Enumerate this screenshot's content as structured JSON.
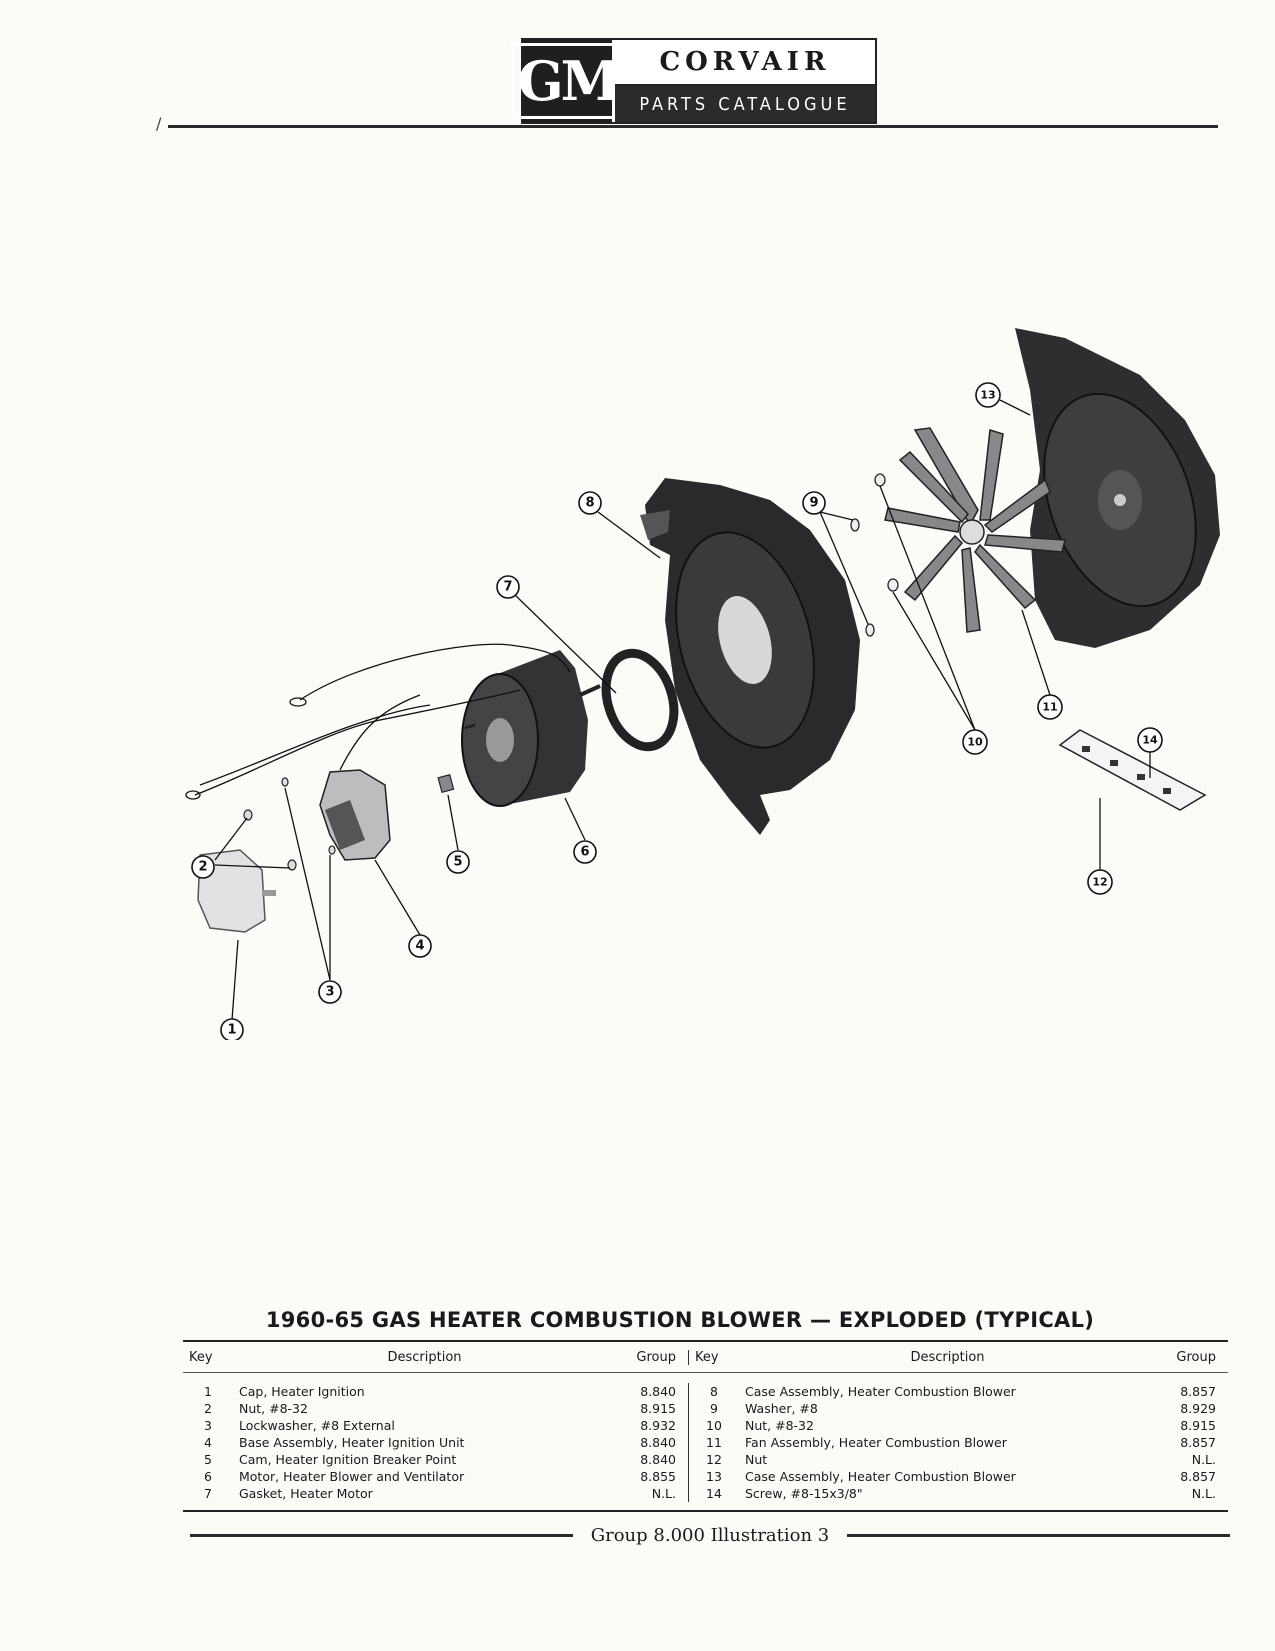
{
  "header": {
    "logo_mark": "GM",
    "logo_title": "CORVAIR",
    "logo_subtitle": "PARTS CATALOGUE"
  },
  "diagram": {
    "callouts": [
      "1",
      "2",
      "3",
      "4",
      "5",
      "6",
      "7",
      "8",
      "9",
      "10",
      "11",
      "12",
      "13",
      "14"
    ]
  },
  "caption": "1960-65 GAS HEATER COMBUSTION BLOWER — EXPLODED (TYPICAL)",
  "table": {
    "headers": {
      "key": "Key",
      "description": "Description",
      "group": "Group"
    },
    "left": [
      {
        "key": "1",
        "description": "Cap, Heater Ignition",
        "group": "8.840"
      },
      {
        "key": "2",
        "description": "Nut, #8-32",
        "group": "8.915"
      },
      {
        "key": "3",
        "description": "Lockwasher, #8 External",
        "group": "8.932"
      },
      {
        "key": "4",
        "description": "Base Assembly, Heater Ignition Unit",
        "group": "8.840"
      },
      {
        "key": "5",
        "description": "Cam, Heater Ignition Breaker Point",
        "group": "8.840"
      },
      {
        "key": "6",
        "description": "Motor, Heater Blower and Ventilator",
        "group": "8.855"
      },
      {
        "key": "7",
        "description": "Gasket, Heater Motor",
        "group": "N.L."
      }
    ],
    "right": [
      {
        "key": "8",
        "description": "Case Assembly, Heater Combustion Blower",
        "group": "8.857"
      },
      {
        "key": "9",
        "description": "Washer, #8",
        "group": "8.929"
      },
      {
        "key": "10",
        "description": "Nut, #8-32",
        "group": "8.915"
      },
      {
        "key": "11",
        "description": "Fan Assembly, Heater Combustion Blower",
        "group": "8.857"
      },
      {
        "key": "12",
        "description": "Nut",
        "group": "N.L."
      },
      {
        "key": "13",
        "description": "Case Assembly, Heater Combustion Blower",
        "group": "8.857"
      },
      {
        "key": "14",
        "description": "Screw, #8-15x3/8\"",
        "group": "N.L."
      }
    ]
  },
  "footer": "Group 8.000 Illustration 3"
}
